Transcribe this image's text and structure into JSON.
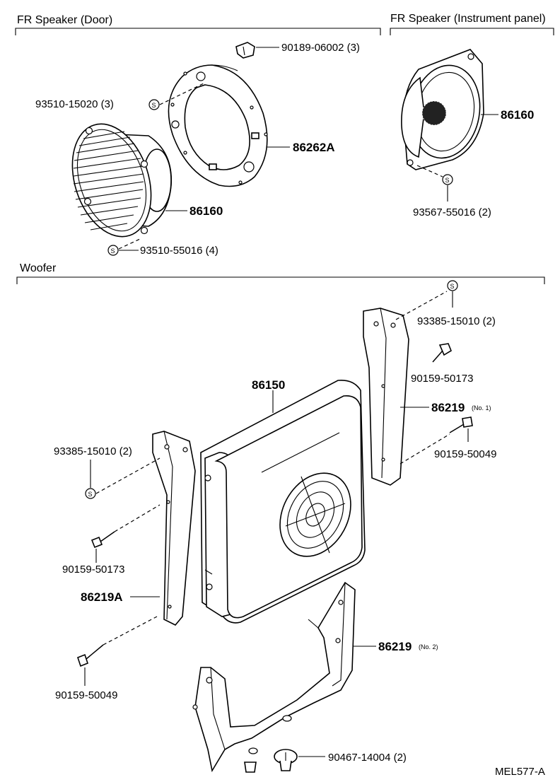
{
  "sections": {
    "door": "FR Speaker (Door)",
    "panel": "FR Speaker (Instrument panel)",
    "woofer": "Woofer"
  },
  "callouts": {
    "clip_90189": "90189-06002 (3)",
    "screw_93510_15020": "93510-15020 (3)",
    "bracket_86262a": "86262A",
    "door_speaker_86160": "86160",
    "screw_93510_55016": "93510-55016 (4)",
    "panel_speaker_86160": "86160",
    "screw_93567": "93567-55016 (2)",
    "screw_93385_right": "93385-15010 (2)",
    "bolt_50173_right": "90159-50173",
    "bracket_86219_no1": "86219",
    "bracket_86219_no1_suffix": "(No. 1)",
    "bolt_50049_right": "90159-50049",
    "woofer_86150": "86150",
    "screw_93385_left": "93385-15010 (2)",
    "bolt_50173_left": "90159-50173",
    "bracket_86219a": "86219A",
    "bolt_50049_left": "90159-50049",
    "bracket_86219_no2": "86219",
    "bracket_86219_no2_suffix": "(No. 2)",
    "clip_90467": "90467-14004 (2)"
  },
  "screw_symbol": "S",
  "drawing_code": "MEL577-A",
  "icons": {
    "screw": "circled-s-screw-icon",
    "bolt": "bolt-icon",
    "clip": "clip-icon"
  }
}
